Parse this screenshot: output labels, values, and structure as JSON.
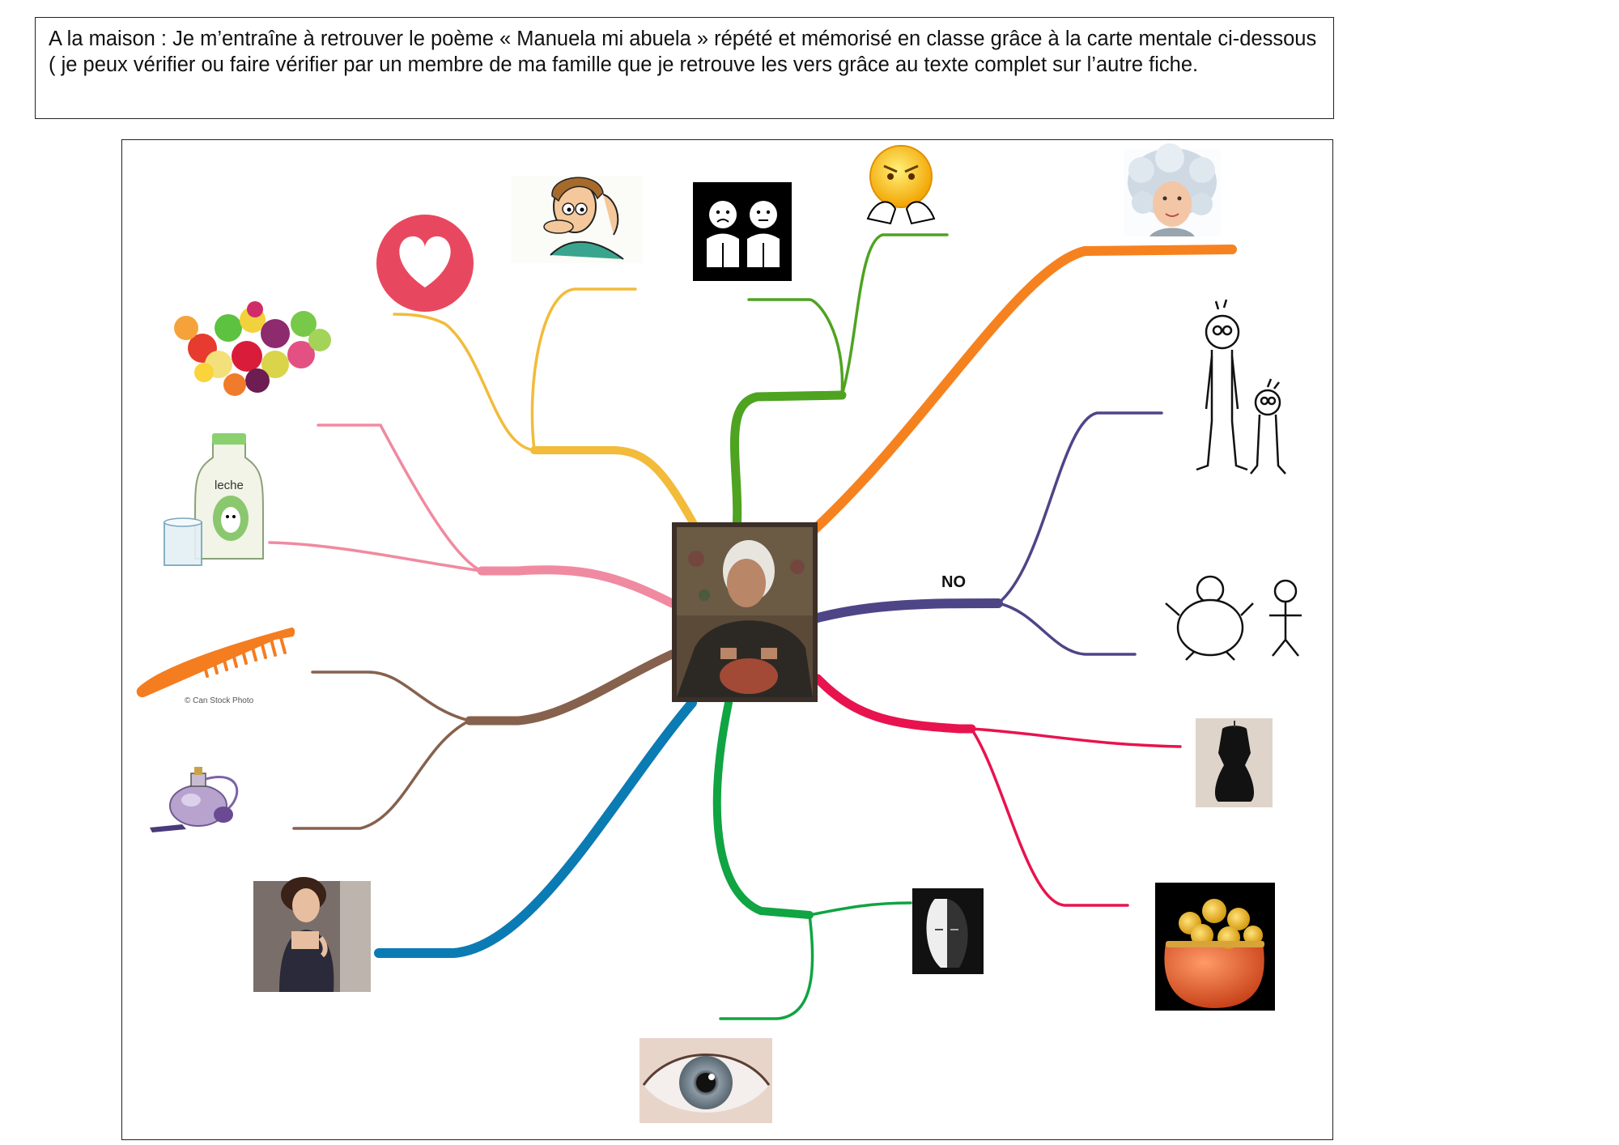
{
  "instructions": {
    "text": "A la maison : Je m’entraîne à retrouver le poème « Manuela mi abuela » répété et mémorisé en classe grâce à la carte mentale ci-dessous ( je peux vérifier ou faire vérifier par un membre de ma famille que je retrouve les vers grâce au texte complet sur l’autre fiche."
  },
  "mindmap": {
    "colors": {
      "yellow": "#f2bb3a",
      "green_top": "#4ea320",
      "orange": "#f6821f",
      "purple": "#4e4587",
      "pink": "#f08aa0",
      "brown": "#86614d",
      "blue": "#0b7bb3",
      "green_bottom": "#10a442",
      "red": "#e8134e"
    },
    "branch_label_no": "NO",
    "watermark": "© Can Stock Photo",
    "bottle_label": "leche"
  }
}
